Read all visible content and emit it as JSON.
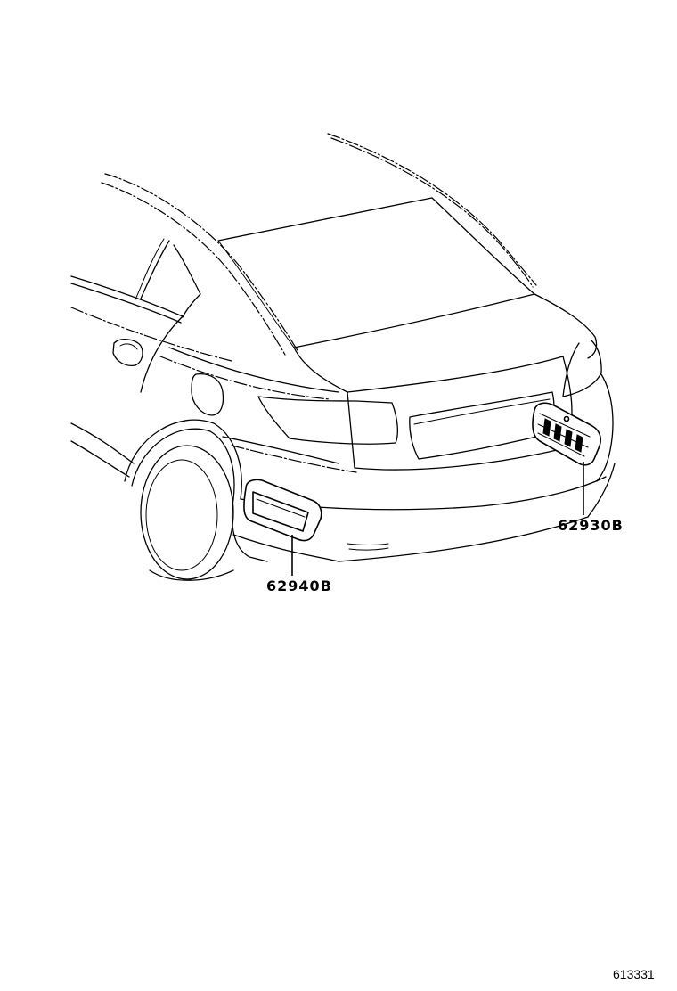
{
  "callouts": {
    "right_part": "62930B",
    "left_part": "62940B"
  },
  "figure_id": "613331"
}
